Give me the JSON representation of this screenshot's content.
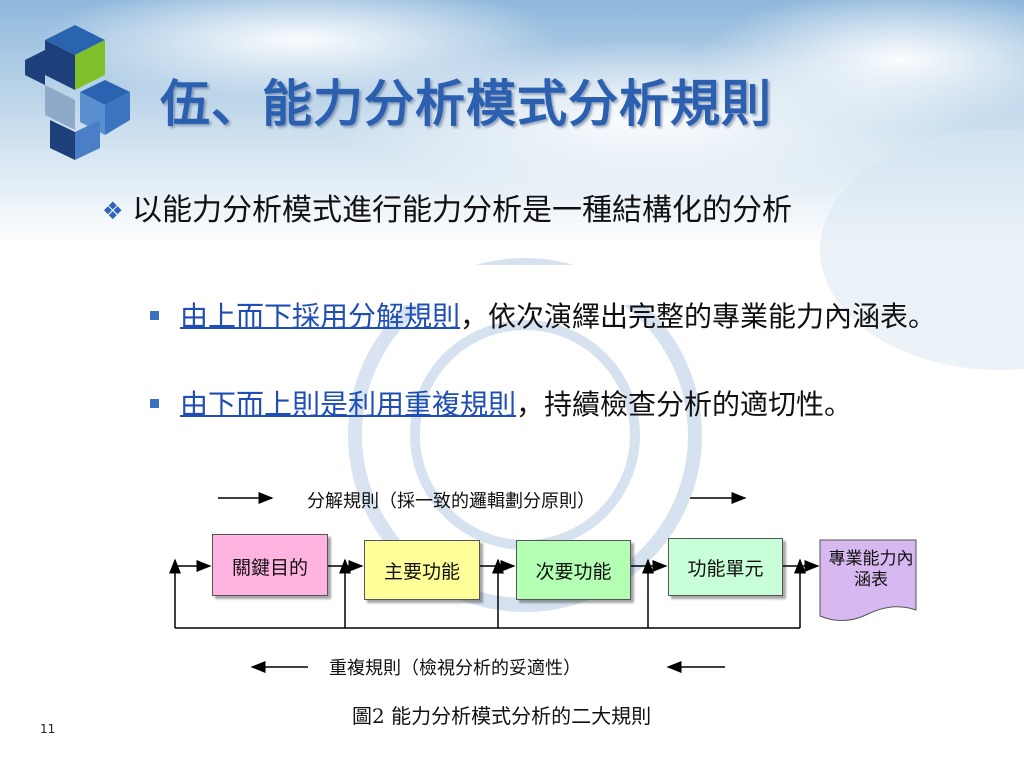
{
  "slide": {
    "title": "伍、能力分析模式分析規則",
    "bullet": "以能力分析模式進行能力分析是一種結構化的分析",
    "sub_items": [
      {
        "highlight": "由上而下採用分解規則",
        "rest": "，依次演繹出完整的專業能力內涵表。"
      },
      {
        "highlight": "由下而上則是利用重複規則",
        "rest": "，持續檢查分析的適切性。"
      }
    ],
    "page_number": "11"
  },
  "diagram": {
    "top_label": "分解規則（採一致的邏輯劃分原則）",
    "bottom_label": "重複規則（檢視分析的妥適性）",
    "boxes": [
      "關鍵目的",
      "主要功能",
      "次要功能",
      "功能單元"
    ],
    "output_doc": "專業能力內涵表",
    "caption": "圖2  能力分析模式分析的二大規則",
    "colors": {
      "box1": "#ffb3e0",
      "box2": "#ffff99",
      "box3": "#b3ffb3",
      "box4": "#c8ffd8",
      "doc": "#d8b8f0",
      "title": "#2b5fb0"
    }
  }
}
